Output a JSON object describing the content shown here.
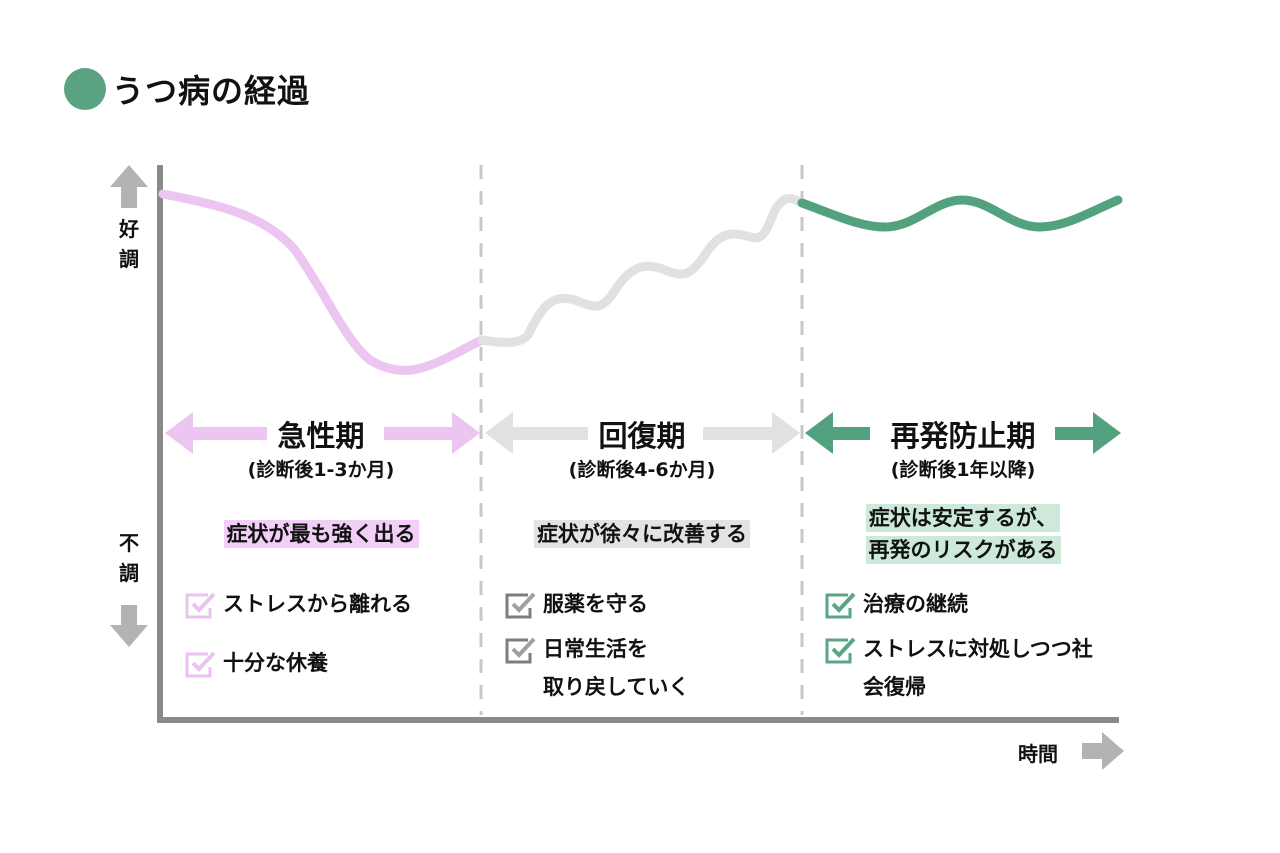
{
  "title": "うつ病の経過",
  "colors": {
    "title_dot": "#5ba283",
    "acute": "#ecc6f1",
    "recovery": "#e1e1e1",
    "prevention": "#52a17f",
    "axis": "#8a8a8a",
    "axis_arrow": "#b3b3b3",
    "divider": "#c8c8c8",
    "acute_check": "#eac3f0",
    "recovery_check": "#7d7d7d",
    "prevention_check": "#59a586",
    "acute_highlight": "#f1cff7",
    "recovery_highlight": "#e3e3e3",
    "prevention_highlight": "#cde9da"
  },
  "y_axis": {
    "top_label": "好調",
    "bottom_label": "不調",
    "top_icon": "arrow-up-icon",
    "bottom_icon": "arrow-down-icon"
  },
  "x_axis": {
    "label": "時間",
    "icon": "arrow-right-icon"
  },
  "phases": [
    {
      "name": "急性期",
      "period": "(診断後1-3か月)",
      "summary": [
        "症状が最も強く出る"
      ],
      "items": [
        [
          "ストレスから離れる"
        ],
        [
          "十分な休養"
        ]
      ]
    },
    {
      "name": "回復期",
      "period": "(診断後4-6か月)",
      "summary": [
        "症状が徐々に改善する"
      ],
      "items": [
        [
          "服薬を守る"
        ],
        [
          "日常生活を",
          "取り戻していく"
        ]
      ]
    },
    {
      "name": "再発防止期",
      "period": "(診断後1年以降)",
      "summary": [
        "症状は安定するが、",
        "再発のリスクがある"
      ],
      "items": [
        [
          "治療の継続"
        ],
        [
          "ストレスに対処しつつ社",
          "会復帰"
        ]
      ]
    }
  ],
  "chart_data": {
    "type": "line",
    "title": "うつ病の経過",
    "xlabel": "時間",
    "ylabel": "好調 ↔ 不調",
    "grid": false,
    "legend": "none",
    "segments": [
      {
        "name": "急性期",
        "color": "#ecc6f1",
        "trend": "sharp decline from good to lowest point, slight recovery at end",
        "points": [
          [
            0,
            0.95
          ],
          [
            0.15,
            0.85
          ],
          [
            0.35,
            0.2
          ],
          [
            0.55,
            0.05
          ],
          [
            1.0,
            0.25
          ]
        ]
      },
      {
        "name": "回復期",
        "color": "#e1e1e1",
        "trend": "wavy gradual improvement",
        "points": [
          [
            1.0,
            0.25
          ],
          [
            1.15,
            0.25
          ],
          [
            1.35,
            0.55
          ],
          [
            1.55,
            0.65
          ],
          [
            1.75,
            0.8
          ],
          [
            1.9,
            0.97
          ],
          [
            2.0,
            0.95
          ]
        ]
      },
      {
        "name": "再発防止期",
        "color": "#52a17f",
        "trend": "stable with small oscillations near top",
        "points": [
          [
            2.0,
            0.95
          ],
          [
            2.25,
            0.82
          ],
          [
            2.5,
            0.97
          ],
          [
            2.75,
            0.82
          ],
          [
            3.0,
            0.95
          ]
        ]
      }
    ],
    "phase_boundaries": [
      1,
      2
    ]
  }
}
